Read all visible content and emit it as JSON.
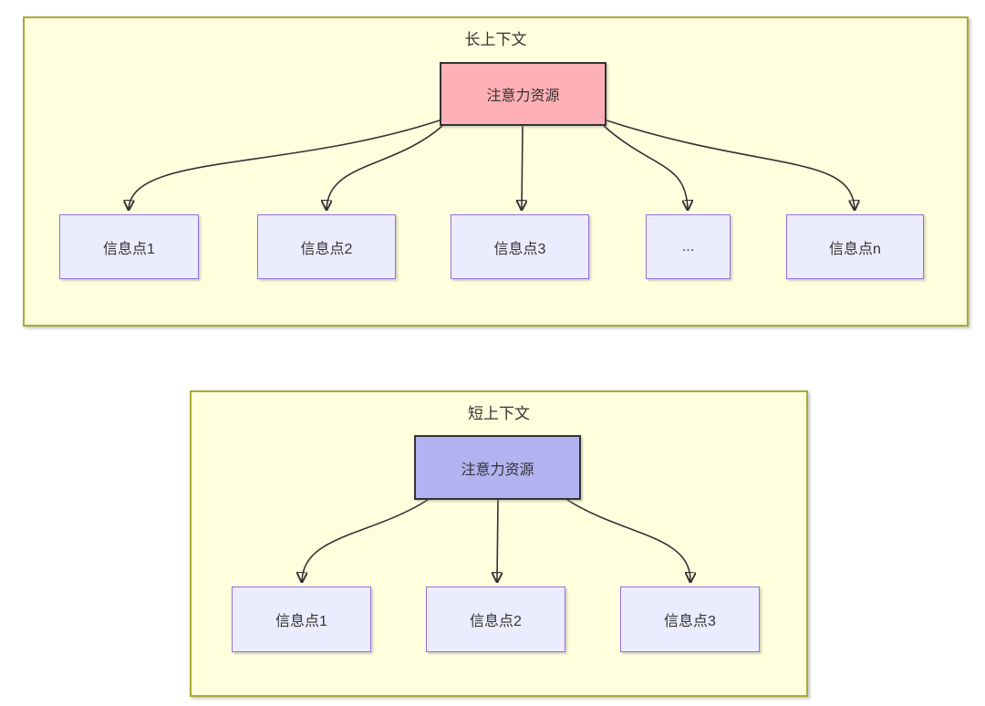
{
  "page": {
    "background": "#ffffff"
  },
  "colors": {
    "subgraph_fill": "#ffffde",
    "subgraph_border": "#aaaa33",
    "info_node_fill": "#ececff",
    "info_node_border": "#9370db",
    "attention_long_fill": "#ffb0b6",
    "attention_short_fill": "#b3b3f2",
    "attention_node_border": "#333333",
    "edge_color": "#333333",
    "text_color": "#333333"
  },
  "diagram": {
    "sections": [
      {
        "title": "长上下文",
        "root_label": "注意力资源",
        "children": [
          "信息点1",
          "信息点2",
          "信息点3",
          "...",
          "信息点n"
        ]
      },
      {
        "title": "短上下文",
        "root_label": "注意力资源",
        "children": [
          "信息点1",
          "信息点2",
          "信息点3"
        ]
      }
    ],
    "edges": [
      {
        "section": "长上下文",
        "from": "注意力资源",
        "to": "信息点1"
      },
      {
        "section": "长上下文",
        "from": "注意力资源",
        "to": "信息点2"
      },
      {
        "section": "长上下文",
        "from": "注意力资源",
        "to": "信息点3"
      },
      {
        "section": "长上下文",
        "from": "注意力资源",
        "to": "..."
      },
      {
        "section": "长上下文",
        "from": "注意力资源",
        "to": "信息点n"
      },
      {
        "section": "短上下文",
        "from": "注意力资源",
        "to": "信息点1"
      },
      {
        "section": "短上下文",
        "from": "注意力资源",
        "to": "信息点2"
      },
      {
        "section": "短上下文",
        "from": "注意力资源",
        "to": "信息点3"
      }
    ]
  }
}
